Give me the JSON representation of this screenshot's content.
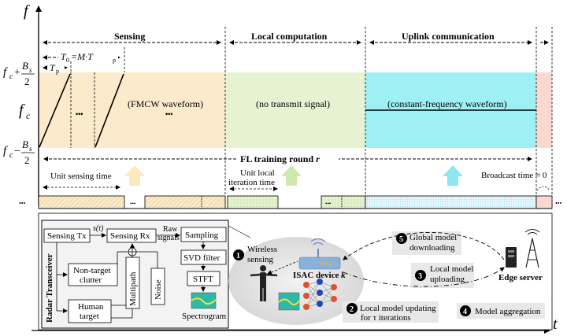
{
  "axes": {
    "y_label": "f",
    "x_label": "t"
  },
  "freq_labels": {
    "fc_plus": {
      "fc": "f",
      "sub": "c",
      "op": "+",
      "B": "B",
      "Bsub": "s",
      "den": "2"
    },
    "fc": {
      "f": "f",
      "sub": "c"
    },
    "fc_minus": {
      "fc": "f",
      "sub": "c",
      "op": "−",
      "B": "B",
      "Bsub": "s",
      "den": "2"
    }
  },
  "phases": {
    "sensing": "Sensing",
    "local_computation": "Local computation",
    "uplink": "Uplink communication"
  },
  "timing": {
    "T0_eq": "T",
    "T0_sub": "0",
    "T0_mid": "=M·T",
    "T0_psub": "p",
    "Tp": "T",
    "Tp_sub": "p"
  },
  "waveforms": {
    "fmcw": "(FMCW waveform)",
    "none": "(no transmit signal)",
    "constant": "(constant-frequency waveform)",
    "dots": "•••"
  },
  "round": {
    "prefix": "FL training round ",
    "var": "r"
  },
  "time_labels": {
    "unit_sensing": "Unit sensing time",
    "unit_local_1": "Unit local",
    "unit_local_2": "iteration time",
    "broadcast": "Broadcast time ≈ 0"
  },
  "timeline_dots": "•••",
  "radar": {
    "title": "Radar Transceiver",
    "sensing_tx": "Sensing Tx",
    "s_t": "s(t)",
    "sensing_rx": "Sensing Rx",
    "raw_1": "Raw",
    "raw_2": "signals",
    "sampling": "Sampling",
    "svd": "SVD filter",
    "stft": "STFT",
    "spectrogram": "Spectrogram",
    "non_target_1": "Non-target",
    "non_target_2": "clutter",
    "multipath": "Multipath",
    "noise": "Noise",
    "human_1": "Human",
    "human_2": "target"
  },
  "steps": {
    "s1": {
      "num": "1",
      "line1": "Wireless",
      "line2": "sensing"
    },
    "s2": {
      "num": "2",
      "line1": "Local model updating",
      "line2": "for τ iterations"
    },
    "s3": {
      "num": "3",
      "line1": "Local model",
      "line2": "uploading"
    },
    "s4": {
      "num": "4",
      "line1": "Model aggregation"
    },
    "s5": {
      "num": "5",
      "line1": "Global model",
      "line2": "downloading"
    }
  },
  "device_label": {
    "prefix": "ISAC device ",
    "var": "k"
  },
  "edge_server": "Edge server",
  "colors": {
    "sensing": "#fbeacb",
    "local": "#e6f3d2",
    "uplink": "#9ff0f5",
    "broadcast": "#f9d8cf",
    "sensing_arrow": "#fbeabc",
    "local_arrow": "#cde9b0",
    "uplink_arrow": "#8ee6f0"
  }
}
